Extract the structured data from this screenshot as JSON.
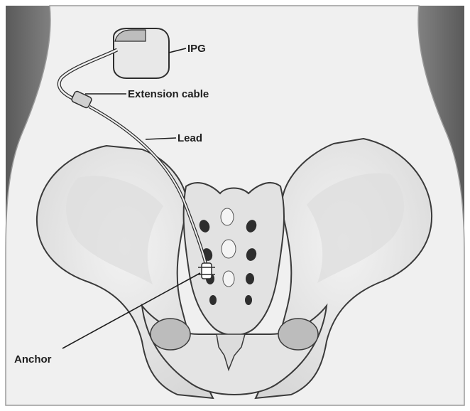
{
  "labels": {
    "ipg": "IPG",
    "extension_cable": "Extension cable",
    "lead": "Lead",
    "anchor": "Anchor"
  },
  "colors": {
    "background_shadow": "#6e6e6e",
    "body_skin": "#efefef",
    "bone_fill": "#e9e9e9",
    "bone_shade": "#cfcfcf",
    "outline": "#3a3a3a",
    "label_text": "#1e1e1e"
  }
}
